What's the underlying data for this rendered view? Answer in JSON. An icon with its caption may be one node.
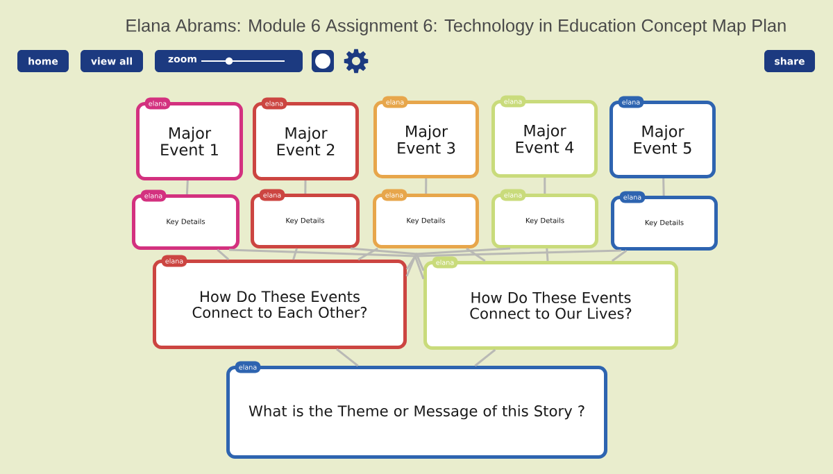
{
  "diagram": {
    "title": "Elana Abrams: Module 6 Assignment 6: Technology in Education Concept Map Plan",
    "nodes": [
      {
        "text": [
          "elana",
          "Major Event 1"
        ]
      },
      {
        "text": [
          "elana",
          "Major Event 2"
        ]
      },
      {
        "text": [
          "elana",
          "Major Event 3"
        ]
      },
      {
        "text": [
          "elana",
          "Major Event 4"
        ]
      },
      {
        "text": [
          "elana",
          "Major Event 5"
        ]
      },
      {
        "text": [
          "elana",
          "Key Details"
        ]
      },
      {
        "text": [
          "elana",
          "Key Details"
        ]
      },
      {
        "text": [
          "elana",
          "Key Details"
        ]
      },
      {
        "text": [
          "elana",
          "Key Details"
        ]
      },
      {
        "text": [
          "elana",
          "Key Details"
        ]
      },
      {
        "text": [
          "elana",
          "How Do These Events Connect to Each Other?"
        ]
      },
      {
        "text": [
          "elana",
          "How Do These Events Connect to Our Lives?"
        ]
      },
      {
        "text": [
          "elana",
          "What is the Theme or Message of this Story ?"
        ]
      }
    ],
    "edges": [
      {
        "from": 0,
        "to": 5,
        "arrow": "none"
      },
      {
        "from": 1,
        "to": 6,
        "arrow": "none"
      },
      {
        "from": 2,
        "to": 7,
        "arrow": "none"
      },
      {
        "from": 3,
        "to": 8,
        "arrow": "none"
      },
      {
        "from": 4,
        "to": 9,
        "arrow": "none"
      },
      {
        "from": 5,
        "to": 10,
        "arrow": "none"
      },
      {
        "from": 5,
        "to": 11,
        "arrow": "none"
      },
      {
        "from": 6,
        "to": 10,
        "arrow": "none"
      },
      {
        "from": 6,
        "to": 11,
        "arrow": "none"
      },
      {
        "from": 7,
        "to": 10,
        "arrow": "none"
      },
      {
        "from": 7,
        "to": 11,
        "arrow": "none"
      },
      {
        "from": 8,
        "to": 10,
        "arrow": "none"
      },
      {
        "from": 8,
        "to": 11,
        "arrow": "none"
      },
      {
        "from": 9,
        "to": 10,
        "arrow": "none"
      },
      {
        "from": 9,
        "to": 11,
        "arrow": "none"
      },
      {
        "from": 10,
        "to": 12,
        "arrow": "none"
      },
      {
        "from": 11,
        "to": 12,
        "arrow": "none"
      }
    ],
    "labels": [
      "home",
      "view all",
      "zoom",
      "share"
    ]
  }
}
